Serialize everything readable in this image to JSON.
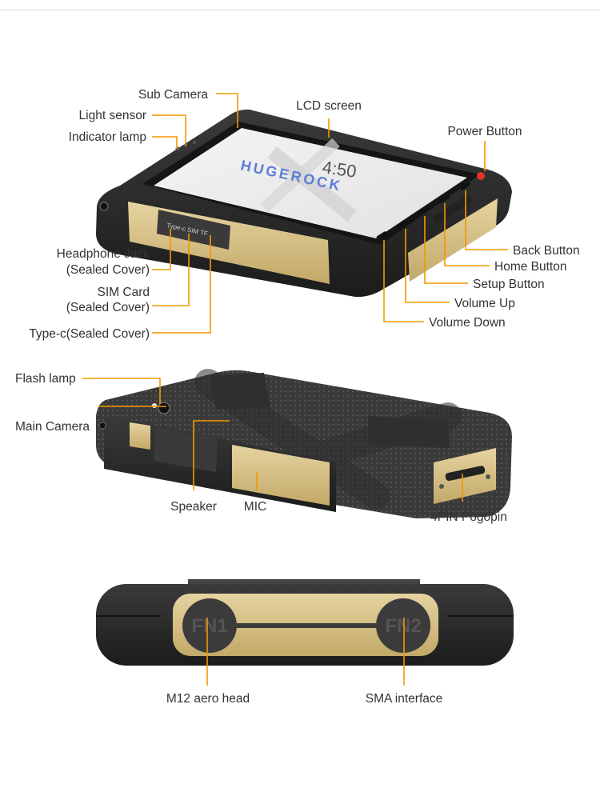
{
  "colors": {
    "leader": "#f39800",
    "label_text": "#333333",
    "body_dark": "#2b2b2b",
    "body_khaki": "#d9c48f",
    "power_red": "#e2332b"
  },
  "screen": {
    "time": "4:50",
    "brand": "HUGEROCK"
  },
  "ports": {
    "cover_text": "Type-c  SIM TF",
    "fn1": "FN1",
    "fn2": "FN2"
  },
  "front_view": {
    "labels": {
      "sub_camera": "Sub Camera",
      "light_sensor": "Light sensor",
      "indicator_lamp": "Indicator lamp",
      "lcd_screen": "LCD screen",
      "power_button": "Power Button",
      "headphone_jack_1": "Headphone Jack",
      "headphone_jack_2": "(Sealed Cover)",
      "sim_card_1": "SIM Card",
      "sim_card_2": "(Sealed Cover)",
      "type_c": "Type-c(Sealed Cover)",
      "back_button": "Back Button",
      "home_button": "Home Button",
      "setup_button": "Setup Button",
      "volume_up": "Volume Up",
      "volume_down": "Volume Down"
    }
  },
  "back_view": {
    "labels": {
      "flash_lamp": "Flash lamp",
      "main_camera": "Main Camera",
      "speaker": "Speaker",
      "mic": "MIC",
      "pogopin": "4PIN Pogopin"
    }
  },
  "bottom_view": {
    "labels": {
      "m12": "M12 aero head",
      "sma": "SMA interface"
    }
  }
}
